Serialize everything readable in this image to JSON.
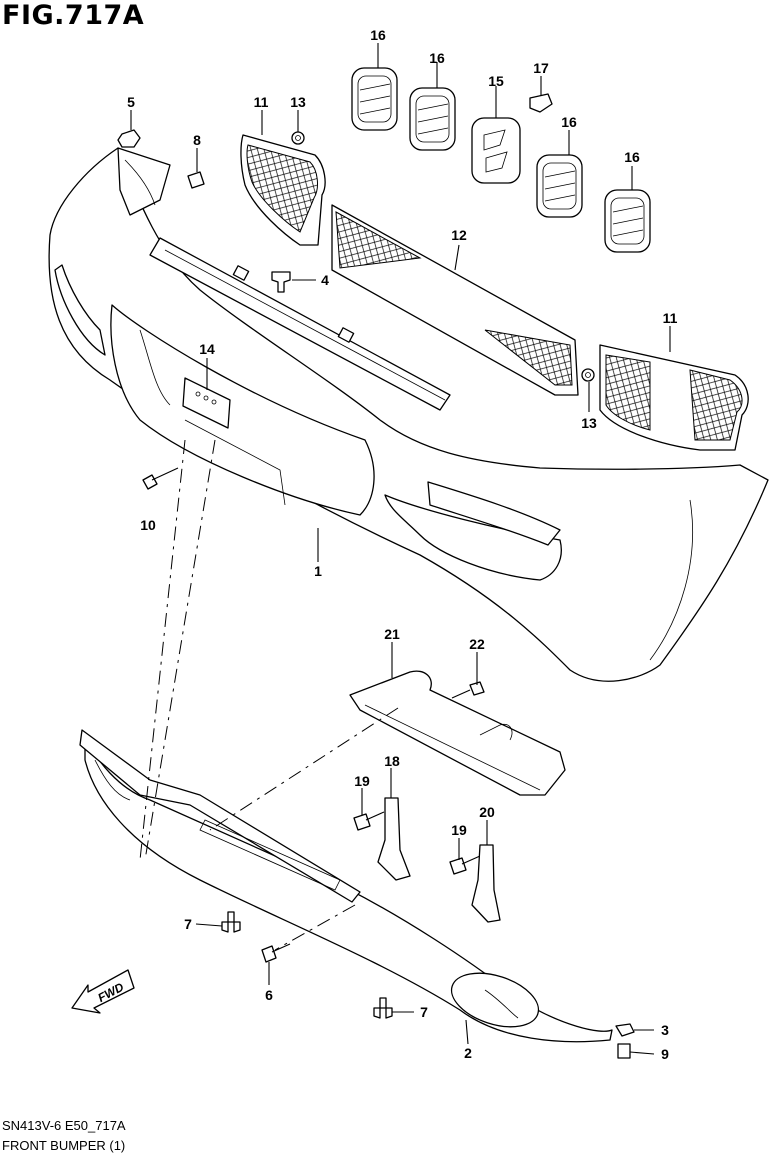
{
  "figure": {
    "title": "FIG.717A",
    "code": "SN413V-6 E50_717A",
    "name": "FRONT BUMPER (1)",
    "fwd_label": "FWD"
  },
  "callouts": [
    {
      "id": "c1",
      "text": "1"
    },
    {
      "id": "c2",
      "text": "2"
    },
    {
      "id": "c3",
      "text": "3"
    },
    {
      "id": "c4",
      "text": "4"
    },
    {
      "id": "c5",
      "text": "5"
    },
    {
      "id": "c6",
      "text": "6"
    },
    {
      "id": "c7a",
      "text": "7"
    },
    {
      "id": "c7b",
      "text": "7"
    },
    {
      "id": "c8",
      "text": "8"
    },
    {
      "id": "c9",
      "text": "9"
    },
    {
      "id": "c10",
      "text": "10"
    },
    {
      "id": "c11a",
      "text": "11"
    },
    {
      "id": "c11b",
      "text": "11"
    },
    {
      "id": "c12",
      "text": "12"
    },
    {
      "id": "c13a",
      "text": "13"
    },
    {
      "id": "c13b",
      "text": "13"
    },
    {
      "id": "c14",
      "text": "14"
    },
    {
      "id": "c15",
      "text": "15"
    },
    {
      "id": "c16a",
      "text": "16"
    },
    {
      "id": "c16b",
      "text": "16"
    },
    {
      "id": "c16c",
      "text": "16"
    },
    {
      "id": "c16d",
      "text": "16"
    },
    {
      "id": "c17",
      "text": "17"
    },
    {
      "id": "c18",
      "text": "18"
    },
    {
      "id": "c19a",
      "text": "19"
    },
    {
      "id": "c19b",
      "text": "19"
    },
    {
      "id": "c20",
      "text": "20"
    },
    {
      "id": "c21",
      "text": "21"
    },
    {
      "id": "c22",
      "text": "22"
    }
  ]
}
